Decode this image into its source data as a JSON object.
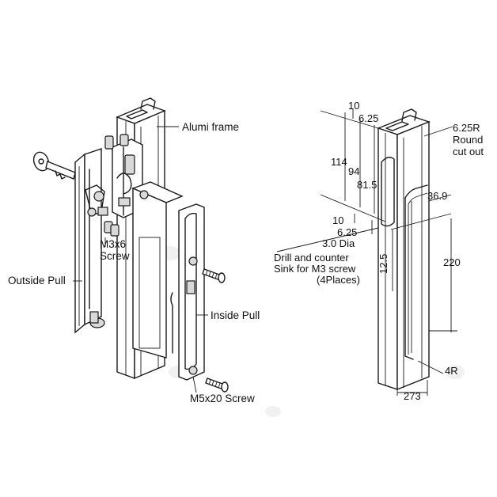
{
  "exploded_view": {
    "labels": {
      "frame": "Alumi frame",
      "small_screw": "M3x6",
      "small_screw_2": "Screw",
      "outside_pull": "Outside Pull",
      "inside_pull": "Inside Pull",
      "large_screw": "M5x20 Screw"
    }
  },
  "dimension_view": {
    "labels": {
      "d10_top": "10",
      "d625_top": "6.25",
      "d114": "114",
      "d94": "94",
      "d815": "81.5",
      "d10_bottom": "10",
      "d625_bottom": "6.25",
      "d30dia": "3.0 Dia",
      "drill_1": "Drill and counter",
      "drill_2": "Sink for M3 screw",
      "drill_3": "(4Places)",
      "d125": "12.5",
      "round_1": "6.25R",
      "round_2": "Round",
      "round_3": "cut out",
      "d369": "36.9",
      "d220": "220",
      "d4r": "4R",
      "d273": "273"
    }
  },
  "colors": {
    "line": "#1a1a1a",
    "background": "#ffffff",
    "shade": "#d9d9d9"
  }
}
